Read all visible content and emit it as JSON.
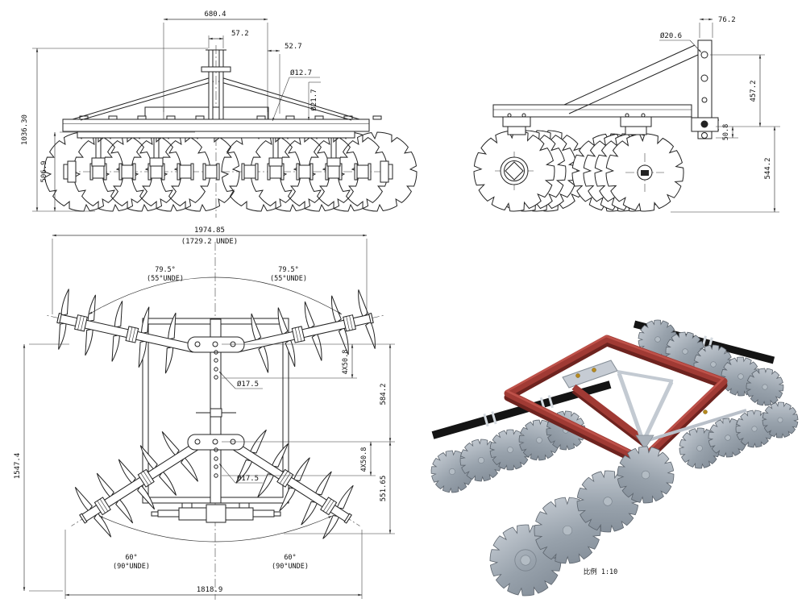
{
  "drawing": {
    "front_view": {
      "dims": {
        "overall_width": "680.4",
        "mast_width": "57.2",
        "side_offset": "52.7",
        "hole_dia": "Ø12.7",
        "axle_dia": "Ø21.7",
        "total_height": "1036.30",
        "disc_height": "506.9"
      }
    },
    "side_view": {
      "dims": {
        "post_width": "76.2",
        "hole_dia": "Ø20.6",
        "hitch_height": "457.2",
        "hole_spacing": "50.8",
        "total_height": "544.2"
      }
    },
    "plan_view": {
      "dims": {
        "overall_width": "1974.85",
        "overall_width_alt": "(1729.2 UNDE)",
        "front_gang_angle": "79.5°",
        "front_gang_angle_alt": "(55°UNDE)",
        "length": "1547.4",
        "front_hole_spacing": "4X50.8",
        "gang_spacing": "584.2",
        "rear_hole_spacing": "4X50.8",
        "rear_section_length": "551.65",
        "front_hole_dia": "Ø17.5",
        "rear_hole_dia": "Ø17.5",
        "rear_gang_angle": "60°",
        "rear_gang_angle_alt": "(90°UNDE)",
        "working_width": "1818.9"
      }
    },
    "iso_view": {
      "scale_label": "比例 1:10"
    },
    "colors": {
      "line": "#222222",
      "frame_red": "#a03a34",
      "frame_red_dark": "#6e231f",
      "frame_red_light": "#c2554d",
      "disc_gray_light": "#cdd3da",
      "disc_gray": "#98a2ac",
      "disc_gray_dark": "#7e8893",
      "bar_black": "#141414",
      "silver": "#c3cad2",
      "bolt_gold": "#b78a1e"
    }
  }
}
